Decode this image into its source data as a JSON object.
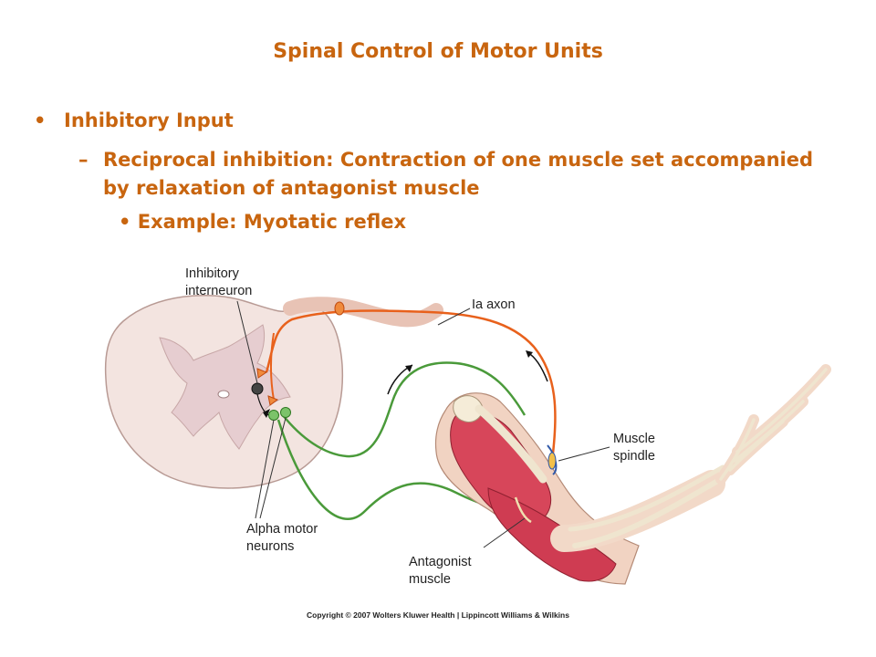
{
  "slide": {
    "title": "Spinal Control of Motor Units",
    "bullets": [
      {
        "marker": "•",
        "text": "Inhibitory Input"
      },
      {
        "marker": "–",
        "text": "Reciprocal inhibition: Contraction of one muscle set accompanied by relaxation of antagonist muscle"
      },
      {
        "marker": "•",
        "text": "Example: Myotatic reflex"
      }
    ],
    "accent_color": "#c8650f"
  },
  "figure": {
    "labels": {
      "inhibitory_1": "Inhibitory",
      "inhibitory_2": "interneuron",
      "ia_axon": "Ia axon",
      "spindle_1": "Muscle",
      "spindle_2": "spindle",
      "alpha_1": "Alpha motor",
      "alpha_2": "neurons",
      "antagonist_1": "Antagonist",
      "antagonist_2": "muscle"
    },
    "copyright": "Copyright © 2007 Wolters Kluwer Health | Lippincott Williams & Wilkins"
  }
}
